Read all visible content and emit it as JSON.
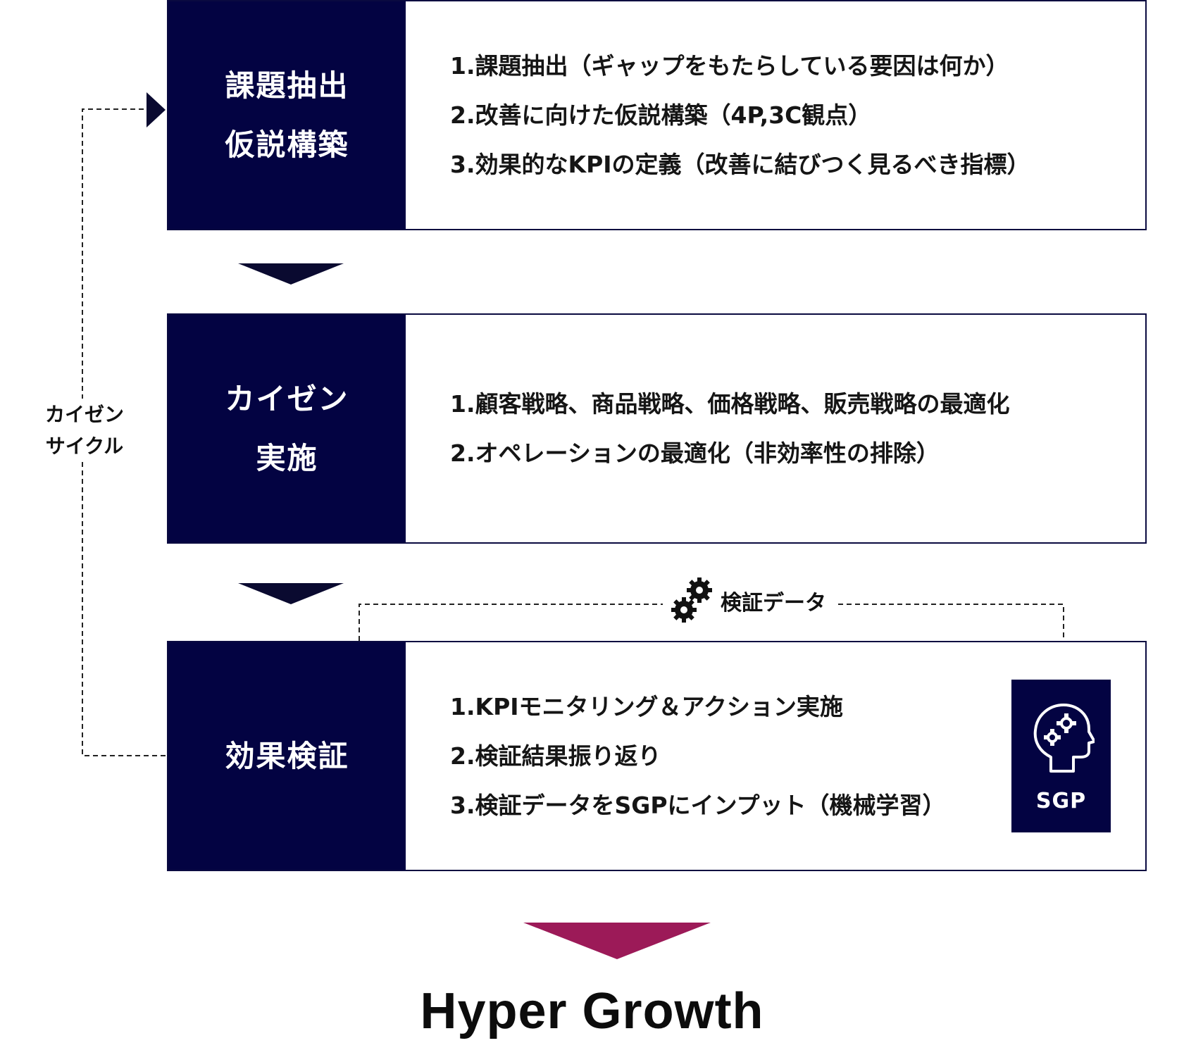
{
  "steps": [
    {
      "label_lines": [
        "課題抽出",
        "仮説構築"
      ],
      "items": [
        "1.課題抽出（ギャップをもたらしている要因は何か）",
        "2.改善に向けた仮説構築（4P,3C観点）",
        "3.効果的なKPIの定義（改善に結びつく見るべき指標）"
      ]
    },
    {
      "label_lines": [
        "カイゼン",
        "実施"
      ],
      "items": [
        "1.顧客戦略、商品戦略、価格戦略、販売戦略の最適化",
        "2.オペレーションの最適化（非効率性の排除）"
      ]
    },
    {
      "label_lines": [
        "効果検証"
      ],
      "items": [
        "1.KPIモニタリング＆アクション実施",
        "2.検証結果振り返り",
        "3.検証データをSGPにインプット（機械学習）"
      ]
    }
  ],
  "cycle_label": [
    "カイゼン",
    "サイクル"
  ],
  "verify_data_label": "検証データ",
  "sgp_label": "SGP",
  "result_label": "Hyper Growth",
  "icons": [
    "gears-icon",
    "head-gears-icon"
  ],
  "colors": {
    "navy": "#030342",
    "arrow_navy": "#0a0a30",
    "result_arrow": "#9c1a58"
  }
}
